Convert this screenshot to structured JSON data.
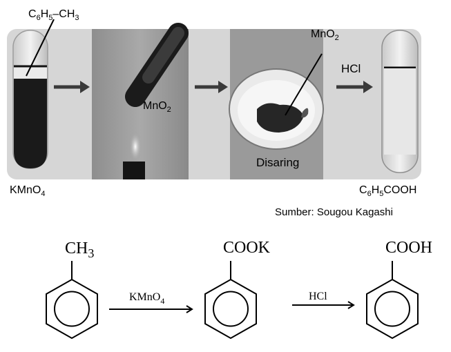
{
  "photo": {
    "toluene": {
      "main": "C",
      "s1": "6",
      "mid": "H",
      "s2": "5",
      "tail": "–CH",
      "s3": "3"
    },
    "kmno4": {
      "main": "KMnO",
      "sub": "4"
    },
    "mno2_tube": {
      "main": "MnO",
      "sub": "2"
    },
    "mno2_filter": {
      "main": "MnO",
      "sub": "2"
    },
    "disaring": "Disaring",
    "hcl": "HCl",
    "product": {
      "a": "C",
      "s1": "6",
      "b": "H",
      "s2": "5",
      "c": "COOH"
    },
    "source": "Sumber: Sougou Kagashi"
  },
  "scheme": {
    "ch3": {
      "main": "CH",
      "sub": "3"
    },
    "cook": "COOK",
    "cooh": "COOH",
    "reagent1": {
      "main": "KMnO",
      "sub": "4"
    },
    "reagent2": "HCl"
  }
}
